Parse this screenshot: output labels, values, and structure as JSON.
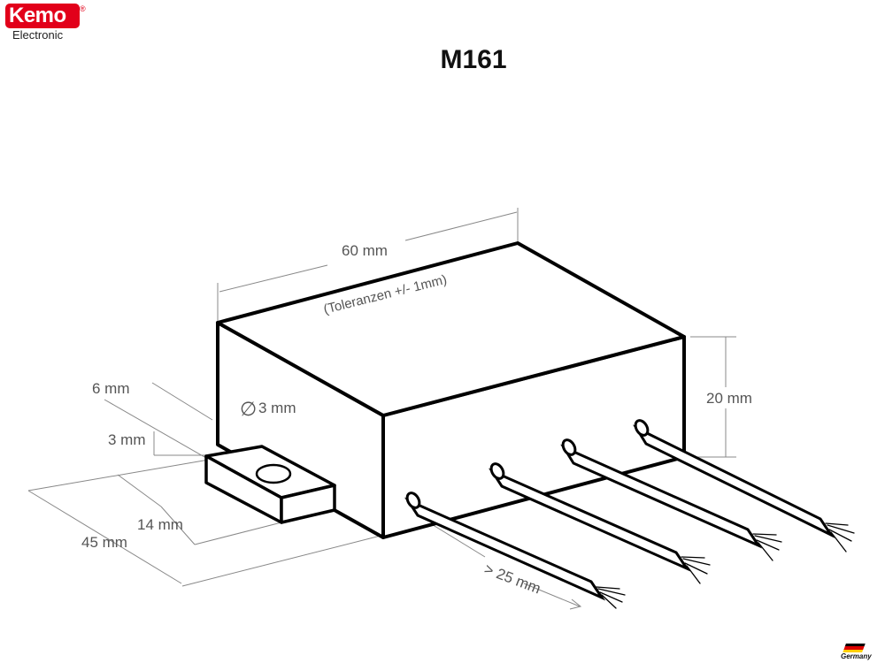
{
  "logo": {
    "name": "Kemo",
    "registered": "®",
    "subtitle": "Electronic"
  },
  "title": "M161",
  "dimensions": {
    "length": "60 mm",
    "tolerance": "(Toleranzen +/- 1mm)",
    "height": "20 mm",
    "tab_offset": "6 mm",
    "hole": "3 mm",
    "hole_symbol": "∅",
    "tab_thickness": "3 mm",
    "tab_length": "14 mm",
    "depth": "45 mm",
    "wire_length": "> 25 mm"
  },
  "flag": {
    "label": "Germany"
  },
  "colors": {
    "brand_red": "#e2001a",
    "outline": "#000000",
    "dimension_line": "#777777"
  }
}
